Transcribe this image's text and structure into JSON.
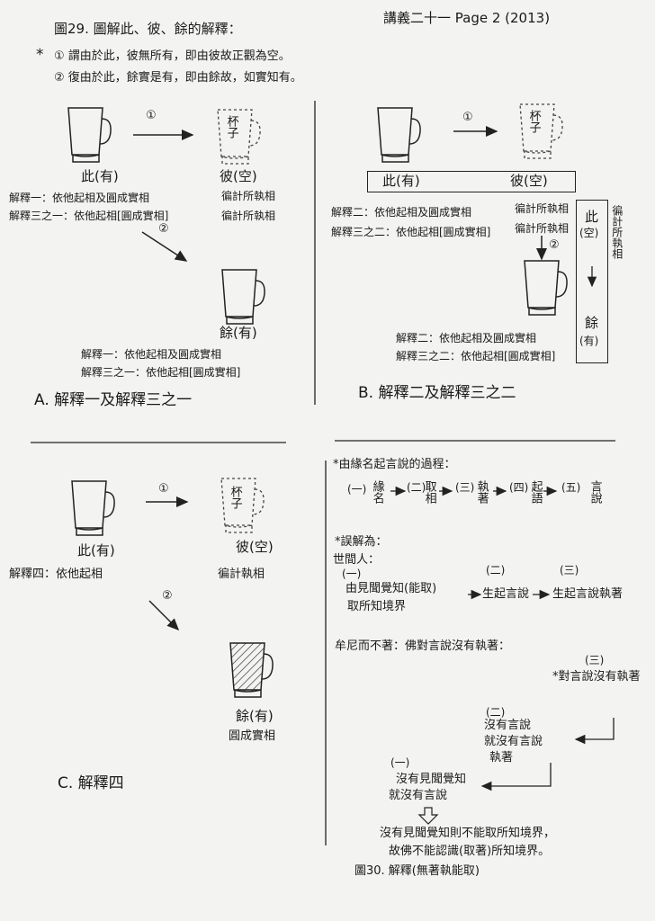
{
  "header": {
    "title": "圖29. 圖解此、彼、餘的解釋：",
    "page": "講義二十一  Page 2  (2013)",
    "note_star": "*",
    "note1": "① 謂由於此，彼無所有，即由彼故正觀為空。",
    "note2": "② 復由於此，餘實是有，即由餘故，如實知有。"
  },
  "panelA": {
    "step1": "①",
    "step2": "②",
    "cup_label": "杯子",
    "ci": "此(有)",
    "bi": "彼(空)",
    "yu": "餘(有)",
    "i1a": "解釋一：依他起相及圓成實相",
    "i1b": "解釋三之一：依他起相[圓成實相]",
    "bianji1": "徧計所執相",
    "bianji2": "徧計所執相",
    "i2a": "解釋一：依他起相及圓成實相",
    "i2b": "解釋三之一：依他起相[圓成實相]",
    "caption": "A.  解釋一及解釋三之一"
  },
  "panelB": {
    "step1": "①",
    "step2": "②",
    "cup_label": "杯子",
    "ci": "此(有)",
    "bi": "彼(空)",
    "i1a": "解釋二：依他起相及圓成實相",
    "i1b": "解釋三之二：依他起相[圓成實相]",
    "bianji1": "徧計所執相",
    "bianji2": "徧計所執相",
    "right_v": "徧計所執相",
    "box_ci": "此",
    "box_kong": "(空)",
    "box_yu": "餘",
    "box_you": "(有)",
    "i2a": "解釋二：依他起相及圓成實相",
    "i2b": "解釋三之二：依他起相[圓成實相]",
    "caption": "B. 解釋二及解釋三之二"
  },
  "panelC": {
    "step1": "①",
    "step2": "②",
    "cup_label": "杯子",
    "ci": "此(有)",
    "bi": "彼(空)",
    "i1": "解釋四：依他起相",
    "bianji": "徧計執相",
    "yu": "餘(有)",
    "yuan": "圓成實相",
    "caption": "C.  解釋四"
  },
  "panelD": {
    "heading": "*由緣名起言說的過程：",
    "steps": [
      {
        "num": "(一)",
        "text": "緣名"
      },
      {
        "num": "(二)",
        "text": "取相"
      },
      {
        "num": "(三)",
        "text": "執著"
      },
      {
        "num": "(四)",
        "text": "起語"
      },
      {
        "num": "(五)",
        "text": "言說"
      }
    ],
    "wujie": "*誤解為：",
    "shijian": "世間人：",
    "w_num1": "(一)",
    "w_num2": "(二)",
    "w_num3": "(三)",
    "w_a": "由見聞覺知(能取)",
    "w_b": "取所知境界",
    "w_c": "生起言說",
    "w_d": "生起言說執著",
    "mouni": "牟尼而不著：佛對言說沒有執著：",
    "m_num3": "(三)",
    "m_3": "*對言說沒有執著",
    "m_num2": "(二)",
    "m_2a": "沒有言說",
    "m_2b": "就沒有言說",
    "m_2c": "執著",
    "m_num1": "(一)",
    "m_1a": "沒有見聞覺知",
    "m_1b": "就沒有言說",
    "conc1": "沒有見聞覺知則不能取所知境界，",
    "conc2": "故佛不能認識(取著)所知境界。",
    "caption": "圖30. 解釋(無著執能取)"
  }
}
